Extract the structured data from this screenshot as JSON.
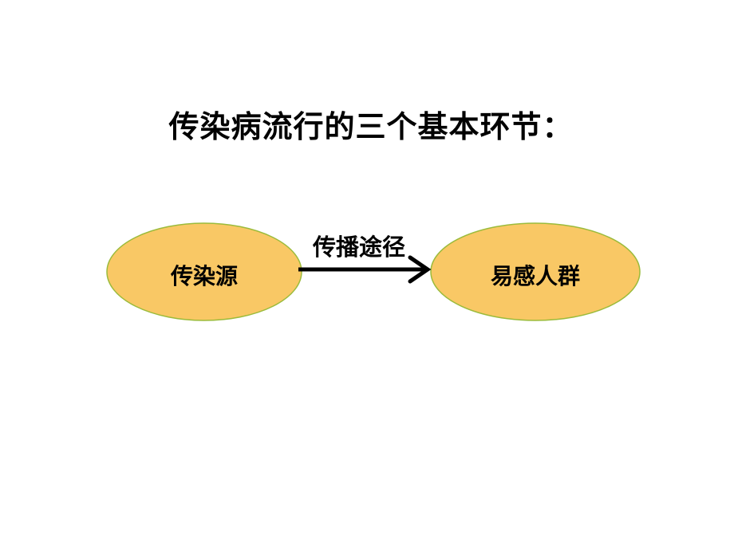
{
  "slide": {
    "title": "传染病流行的三个基本环节："
  },
  "diagram": {
    "nodes": [
      {
        "id": "source",
        "label": "传染源"
      },
      {
        "id": "susceptible",
        "label": "易感人群"
      }
    ],
    "edges": [
      {
        "from": "source",
        "to": "susceptible",
        "label": "传播途径"
      }
    ],
    "colors": {
      "node_fill": "#F9C865",
      "node_stroke": "#9BBB3B",
      "arrow": "#000000",
      "text": "#000000"
    }
  }
}
